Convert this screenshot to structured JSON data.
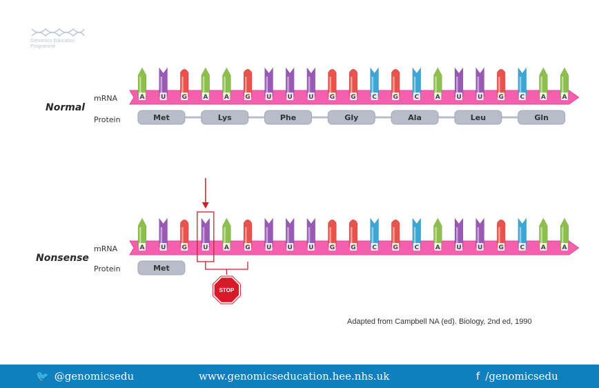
{
  "logo": {
    "text": "Genomics Education Programme"
  },
  "rows": [
    {
      "title": "Normal",
      "mrna_label": "mRNA",
      "protein_label": "Protein",
      "bases": [
        "A",
        "U",
        "G",
        "A",
        "A",
        "G",
        "U",
        "U",
        "U",
        "G",
        "G",
        "C",
        "G",
        "C",
        "A",
        "U",
        "U",
        "G",
        "C",
        "A",
        "A"
      ],
      "proteins": [
        "Met",
        "Lys",
        "Phe",
        "Gly",
        "Ala",
        "Leu",
        "Gln"
      ]
    },
    {
      "title": "Nonsense",
      "mrna_label": "mRNA",
      "protein_label": "Protein",
      "bases": [
        "A",
        "U",
        "G",
        "U",
        "A",
        "G",
        "U",
        "U",
        "U",
        "G",
        "G",
        "C",
        "G",
        "C",
        "A",
        "U",
        "U",
        "G",
        "C",
        "A",
        "A"
      ],
      "proteins": [
        "Met"
      ],
      "mutated_index": 3,
      "stop_label": "STOP"
    }
  ],
  "colors": {
    "A": "#8dbf4c",
    "U": "#9b59b6",
    "G": "#e8534d",
    "C": "#3ba7d4",
    "strip": "#f45fae",
    "protein": "#b9bcc9",
    "stop": "#d71a2a",
    "footer": "#0f7fbf"
  },
  "citation": "Adapted from Campbell NA (ed).  Biology, 2nd ed, 1990",
  "footer": {
    "twitter_icon": "twitter-icon",
    "twitter": "@genomicsedu",
    "website": "www.genomicseducation.hee.nhs.uk",
    "facebook_icon": "facebook-icon",
    "facebook": "/genomicsedu"
  }
}
